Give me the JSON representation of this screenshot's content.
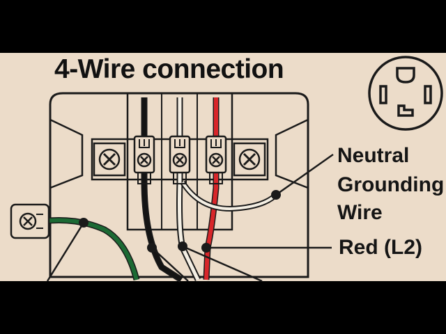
{
  "diagram": {
    "title": "4-Wire connection",
    "labels": {
      "neutral_line1": "Neutral",
      "neutral_line2": "Grounding",
      "neutral_line3": "Wire",
      "red": "Red (L2)"
    }
  },
  "colors": {
    "background": "#000000",
    "paper": "#ecdcc9",
    "ink": "#1a1a1a",
    "red_wire": "#d8262a",
    "green_wire": "#1c6a34",
    "black_wire": "#141414",
    "white_wire": "#f4efe4"
  },
  "icons": [
    "four-prong-receptacle-icon",
    "terminal-screw-icon"
  ]
}
